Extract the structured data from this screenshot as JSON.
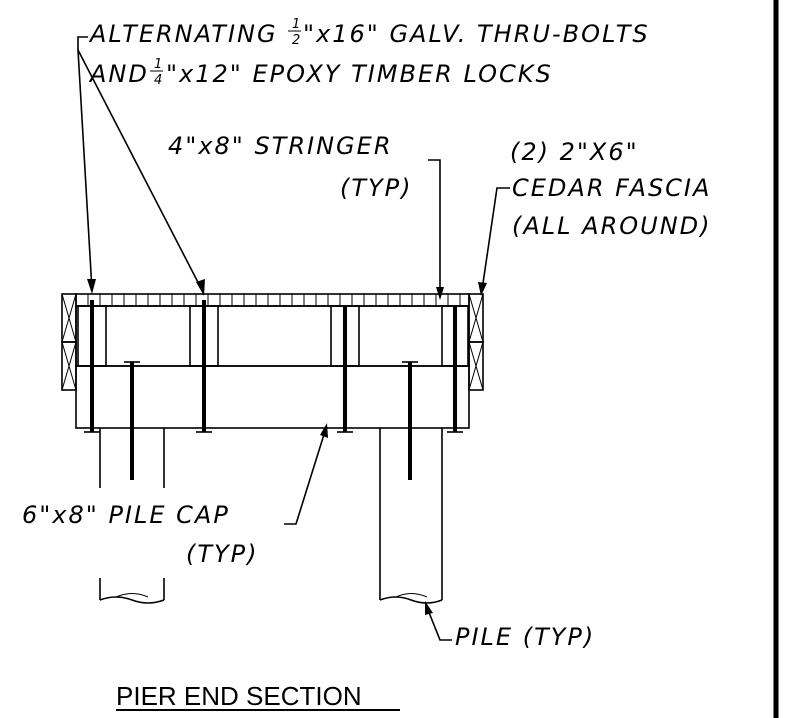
{
  "notes": {
    "bolts_line1_pre": "ALTERNATING ",
    "bolts_frac1_num": "1",
    "bolts_frac1_den": "2",
    "bolts_line1_post": "\"x16\" GALV. THRU-BOLTS",
    "bolts_line2_pre": "AND ",
    "bolts_frac2_num": "1",
    "bolts_frac2_den": "4",
    "bolts_line2_post": "\"x12\" EPOXY TIMBER LOCKS",
    "stringer_line1": "4\"x8\" STRINGER",
    "stringer_line2": "(TYP)",
    "fascia_line1": "(2) 2\"X6\"",
    "fascia_line2": "CEDAR FASCIA",
    "fascia_line3": "(ALL AROUND)",
    "pilecap_line1": "6\"x8\" PILE CAP",
    "pilecap_line2": "(TYP)",
    "pile_label": "PILE (TYP)"
  },
  "title": "PIER END SECTION"
}
